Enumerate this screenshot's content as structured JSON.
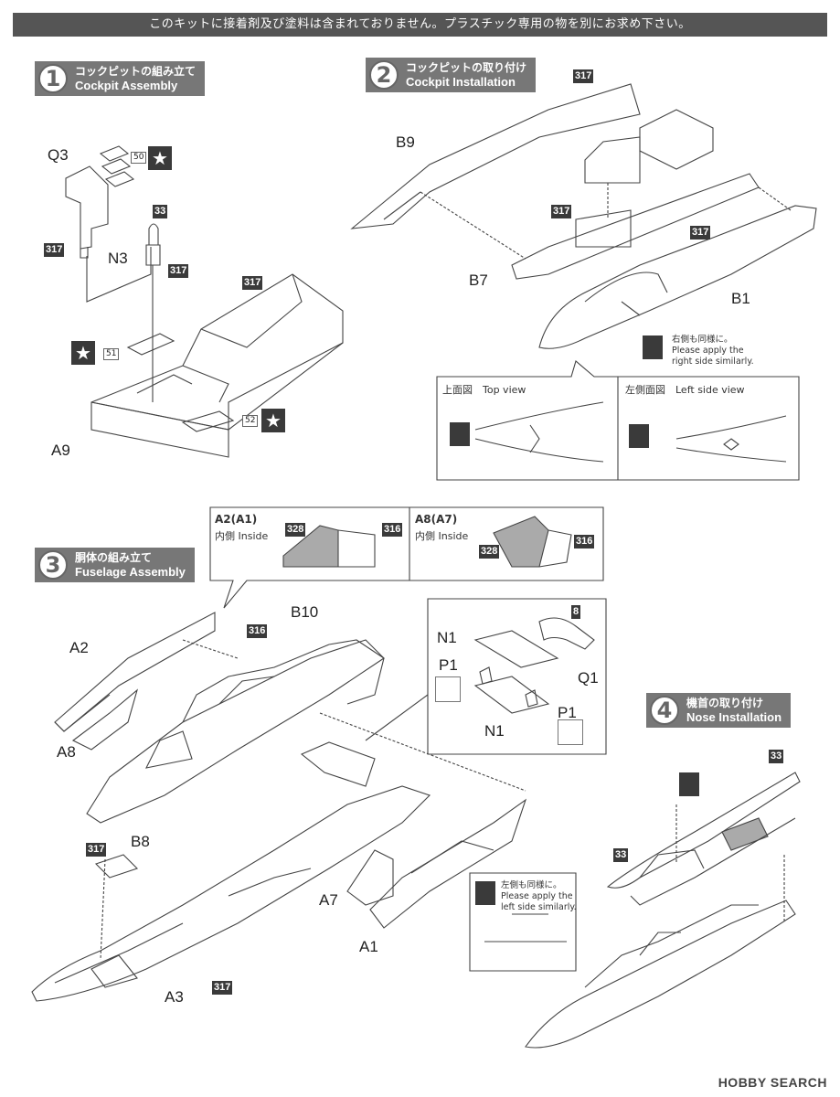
{
  "header": {
    "notice": "このキットに接着剤及び塗料は含まれておりません。プラスチック専用の物を別にお求め下さい。"
  },
  "steps": [
    {
      "num": "1",
      "jp": "コックピットの組み立て",
      "en": "Cockpit Assembly"
    },
    {
      "num": "2",
      "jp": "コックピットの取り付け",
      "en": "Cockpit Installation"
    },
    {
      "num": "3",
      "jp": "胴体の組み立て",
      "en": "Fuselage Assembly"
    },
    {
      "num": "4",
      "jp": "機首の取り付け",
      "en": "Nose Installation"
    }
  ],
  "parts": {
    "Q3": "Q3",
    "N3": "N3",
    "A9": "A9",
    "B9": "B9",
    "B7": "B7",
    "B1": "B1",
    "A2": "A2",
    "A8": "A8",
    "B10": "B10",
    "B8": "B8",
    "A3": "A3",
    "A7": "A7",
    "A1": "A1",
    "N1_top": "N1",
    "N1_bottom": "N1",
    "P1_top": "P1",
    "P1_bottom": "P1",
    "Q1": "Q1"
  },
  "paint_codes": {
    "c317": "317",
    "c33": "33",
    "c316": "316",
    "c328": "328",
    "c8": "8"
  },
  "decals": {
    "d50": "50",
    "d51": "51",
    "d52": "52"
  },
  "notes": {
    "right_side_jp": "右側も同様に。",
    "right_side_en": "Please apply the right side similarly.",
    "left_side_jp": "左側も同様に。",
    "left_side_en": "Please apply the left side similarly."
  },
  "views": {
    "top_view": "上面図　Top view",
    "left_side_view": "左側面図　Left side view"
  },
  "insets": {
    "a2_title": "A2(A1)",
    "a2_sub": "内側 Inside",
    "a8_title": "A8(A7)",
    "a8_sub": "内側 Inside"
  },
  "watermark": "HOBBY SEARCH",
  "colors": {
    "header_bg": "#555555",
    "step_bg": "#777777",
    "code_bg": "#3a3a3a"
  }
}
